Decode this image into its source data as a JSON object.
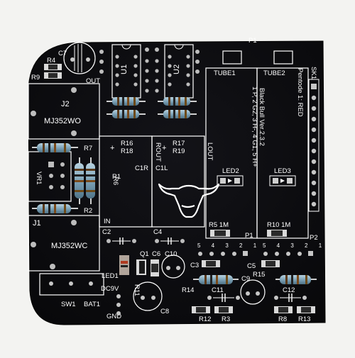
{
  "colors": {
    "background": "#f3f3f1",
    "board": "#0c0c0f",
    "silkscreen": "#ffffff",
    "pad": "#c9c9c9",
    "resistor_body": "#8fb3c7"
  },
  "labels": {
    "r4": "R4",
    "c7": "C7",
    "r9": "R9",
    "out": "OUT",
    "u1": "U1",
    "u2": "U2",
    "tube1": "TUBE1",
    "tube2": "TUBE2",
    "sk1": "SK1",
    "pentode": "Pentode 1: RED",
    "black_bull": "Black Bull Ver.2.3.2",
    "pinout": "1 P, 2 G2, 3 H-, 4 G1, 5 H+",
    "j2": "J2",
    "mj352wo": "MJ352WO",
    "r16": "R16",
    "r18": "R18",
    "rout": "ROUT",
    "r17": "R17",
    "r19": "R19",
    "lout": "LOUT",
    "r7": "R7",
    "vr1": "VR1",
    "r1": "R1",
    "r6": "R6",
    "c1r": "C1R",
    "c1l": "C1L",
    "led2": "LED2",
    "led3": "LED3",
    "r2": "R2",
    "j1": "J1",
    "in": "IN",
    "c2": "C2",
    "c4": "C4",
    "r5": "R5 1M",
    "r10": "R10 1M",
    "p1": "P1",
    "p2": "P2",
    "p1_pins": "5 4 3 2 1",
    "p2_pins": "5 4 3 2 1",
    "mj352wc": "MJ352WC",
    "q1": "Q1",
    "c6": "C6",
    "c10": "C10",
    "c3": "C3",
    "c5": "C5",
    "r15": "R15",
    "led1": "LED1",
    "r11": "R11",
    "r14": "R14",
    "c11": "C11",
    "c9": "C9",
    "c12": "C12",
    "dc9v": "DC9V",
    "sw1": "SW1",
    "bat1": "BAT1",
    "gnd": "GND",
    "c8": "C8",
    "r12": "R12",
    "r3": "R3",
    "r8": "R8",
    "r13": "R13",
    "plus": "+"
  }
}
